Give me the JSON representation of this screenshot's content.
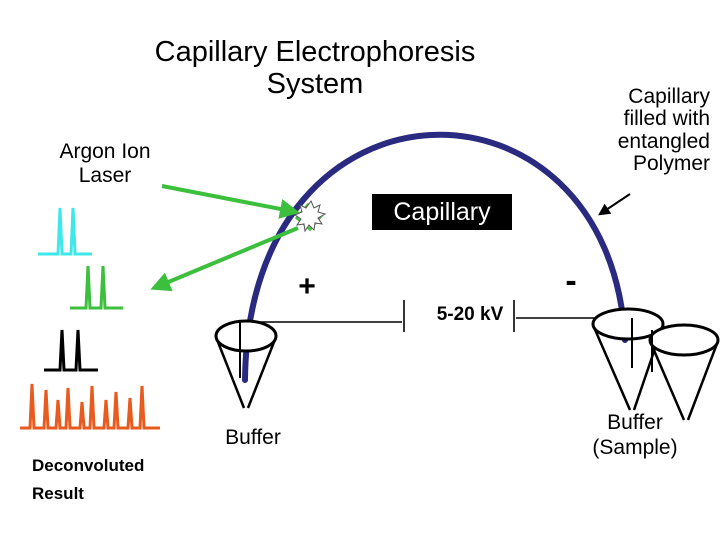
{
  "title": {
    "line1": "Capillary Electrophoresis",
    "line2": "System"
  },
  "laser": {
    "line1": "Argon Ion",
    "line2": "Laser"
  },
  "polymer_note": {
    "line1": "Capillary",
    "line2": "filled with",
    "line3": "entangled",
    "line4": "Polymer"
  },
  "capillary_label": "Capillary",
  "voltage_label": "5-20 kV",
  "electrodes": {
    "positive": "+",
    "negative": "-"
  },
  "buffer_left": "Buffer",
  "buffer_right": {
    "line1": "Buffer",
    "line2": "(Sample)"
  },
  "deconvoluted": {
    "line1": "Deconvoluted",
    "line2": "Result"
  },
  "colors": {
    "capillary": "#2a2a80",
    "beam": "#3cbf3c",
    "detector_fill": "#7fd07f",
    "trace_cyan": "#3ee8e8",
    "trace_green": "#3cbf3c",
    "trace_black": "#000000",
    "trace_orange": "#e85a1e"
  },
  "icons": {
    "detector": "starburst-detector-icon",
    "beam_in": "arrow-right-icon",
    "beam_out": "arrow-left-icon",
    "polymer_pointer": "arrow-icon"
  }
}
